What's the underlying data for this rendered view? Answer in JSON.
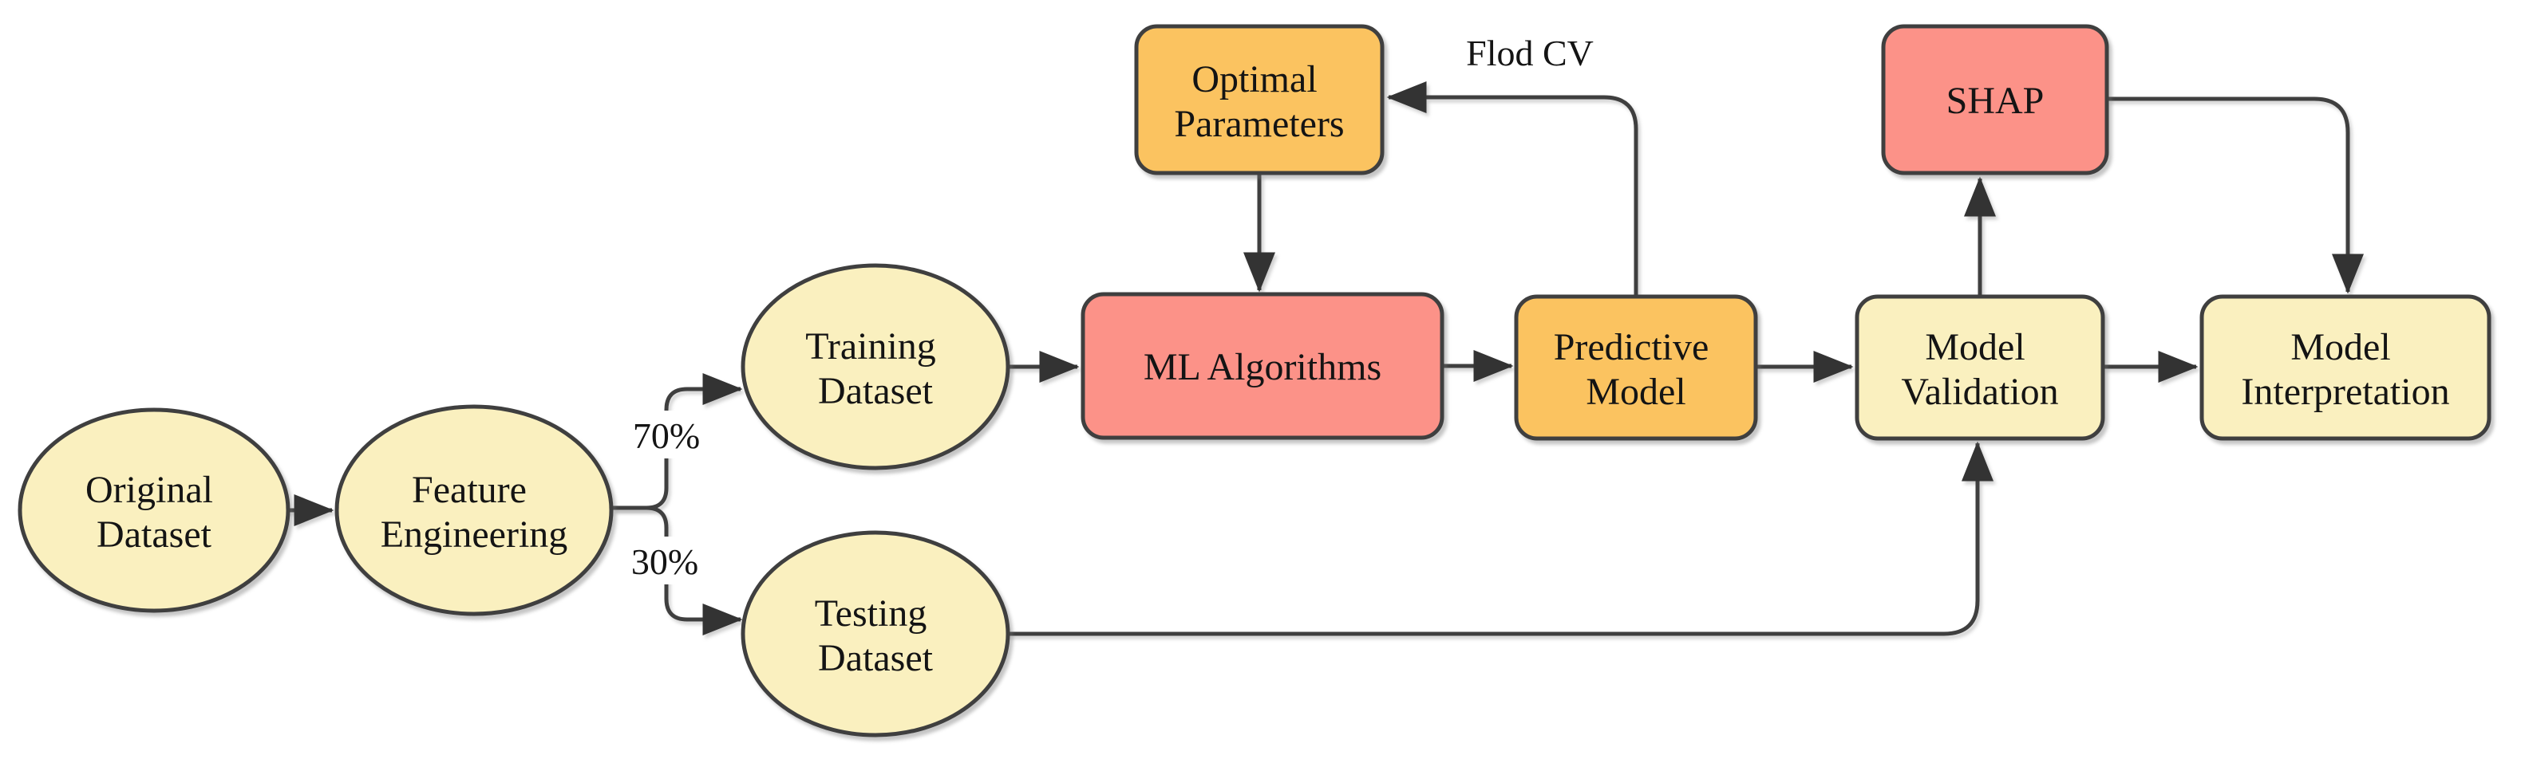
{
  "palette": {
    "yellow": "#FAF0BF",
    "orange": "#FBC360",
    "salmon": "#FC9288",
    "line": "#3F3F3F",
    "arrowhead": "#333333",
    "text": "#141414"
  },
  "nodes": {
    "original_dataset": {
      "type": "ellipse",
      "fill": "yellow",
      "lines": [
        "Original",
        "Dataset"
      ]
    },
    "feature_engineering": {
      "type": "ellipse",
      "fill": "yellow",
      "lines": [
        "Feature",
        "Engineering"
      ]
    },
    "training_dataset": {
      "type": "ellipse",
      "fill": "yellow",
      "lines": [
        "Training",
        "Dataset"
      ]
    },
    "testing_dataset": {
      "type": "ellipse",
      "fill": "yellow",
      "lines": [
        "Testing",
        "Dataset"
      ]
    },
    "ml_algorithms": {
      "type": "rounded-rect",
      "fill": "salmon",
      "lines": [
        "ML Algorithms"
      ]
    },
    "predictive_model": {
      "type": "rounded-rect",
      "fill": "orange",
      "lines": [
        "Predictive",
        "Model"
      ]
    },
    "optimal_parameters": {
      "type": "rounded-rect",
      "fill": "orange",
      "lines": [
        "Optimal",
        "Parameters"
      ]
    },
    "shap": {
      "type": "rounded-rect",
      "fill": "salmon",
      "lines": [
        "SHAP"
      ]
    },
    "model_validation": {
      "type": "rounded-rect",
      "fill": "yellow",
      "lines": [
        "Model",
        "Validation"
      ]
    },
    "model_interpretation": {
      "type": "rounded-rect",
      "fill": "yellow",
      "lines": [
        "Model",
        "Interpretation"
      ]
    }
  },
  "edge_labels": {
    "train_split": "70%",
    "test_split": "30%",
    "fold_cv": "Flod CV"
  },
  "edges": [
    {
      "from": "original_dataset",
      "to": "feature_engineering"
    },
    {
      "from": "feature_engineering",
      "to": "training_dataset",
      "label": "70%"
    },
    {
      "from": "feature_engineering",
      "to": "testing_dataset",
      "label": "30%"
    },
    {
      "from": "training_dataset",
      "to": "ml_algorithms"
    },
    {
      "from": "optimal_parameters",
      "to": "ml_algorithms"
    },
    {
      "from": "ml_algorithms",
      "to": "predictive_model"
    },
    {
      "from": "predictive_model",
      "to": "optimal_parameters",
      "label": "Flod CV"
    },
    {
      "from": "predictive_model",
      "to": "model_validation"
    },
    {
      "from": "testing_dataset",
      "to": "model_validation"
    },
    {
      "from": "model_validation",
      "to": "shap"
    },
    {
      "from": "shap",
      "to": "model_interpretation"
    },
    {
      "from": "model_validation",
      "to": "model_interpretation"
    }
  ]
}
